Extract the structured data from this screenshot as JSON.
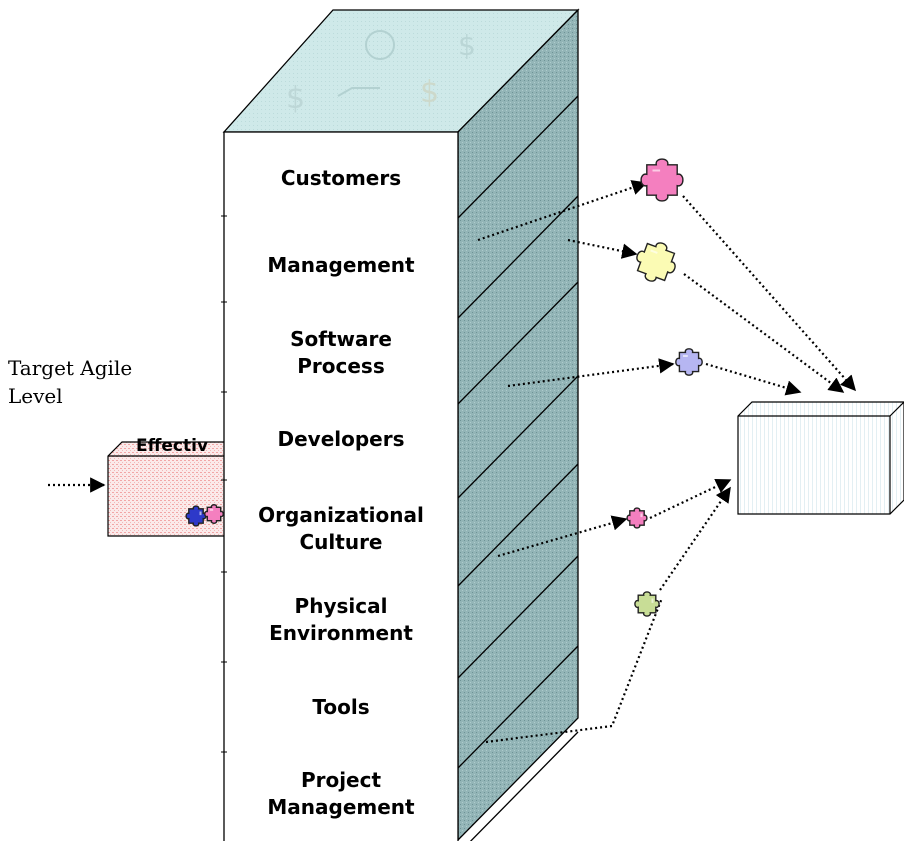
{
  "target": {
    "line1": "Target Agile",
    "line2": "Level"
  },
  "effective_box": {
    "label": "Effectiv"
  },
  "pillar_layers": [
    {
      "line1": "Customers",
      "line2": ""
    },
    {
      "line1": "Management",
      "line2": ""
    },
    {
      "line1": "Software",
      "line2": "Process"
    },
    {
      "line1": "Developers",
      "line2": ""
    },
    {
      "line1": "Organizational",
      "line2": "Culture"
    },
    {
      "line1": "Physical",
      "line2": "Environment"
    },
    {
      "line1": "Tools",
      "line2": ""
    },
    {
      "line1": "Project",
      "line2": "Management"
    }
  ],
  "colors": {
    "pillar_top": "#cfe9e9",
    "pillar_side": "#93b5b7",
    "puzzle_pink": "#f47fbf",
    "puzzle_yellow": "#fbfbb4",
    "puzzle_lavender": "#b6b6f2",
    "puzzle_green": "#c8dd96",
    "puzzle_blue": "#2d39c9",
    "effective_fill": "#f9e1e1"
  }
}
